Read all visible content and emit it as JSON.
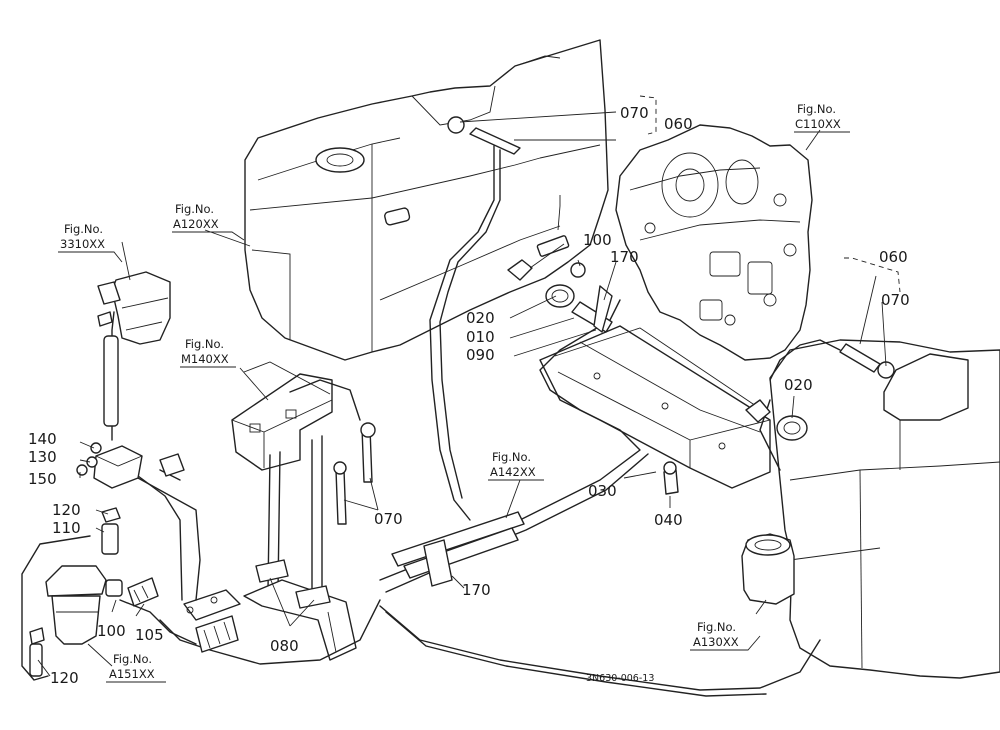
{
  "drawing_code": "3N630-006-13",
  "fig_refs": {
    "fuel_tank_left": {
      "line1": "Fig.No.",
      "line2": "A120XX"
    },
    "transmission": {
      "line1": "Fig.No.",
      "line2": "C110XX"
    },
    "fuel_filter": {
      "line1": "Fig.No.",
      "line2": "3310XX"
    },
    "bracket": {
      "line1": "Fig.No.",
      "line2": "M140XX"
    },
    "fuel_line": {
      "line1": "Fig.No.",
      "line2": "A142XX"
    },
    "fuel_tank_right": {
      "line1": "Fig.No.",
      "line2": "A130XX"
    },
    "separator": {
      "line1": "Fig.No.",
      "line2": "A151XX"
    }
  },
  "part_numbers": {
    "p010": "010",
    "p020_left": "020",
    "p020_right": "020",
    "p030": "030",
    "p040": "040",
    "p060_top": "060",
    "p060_right": "060",
    "p070_top": "070",
    "p070_right": "070",
    "p070_mid": "070",
    "p080": "080",
    "p090": "090",
    "p100_top": "100",
    "p100_bottom": "100",
    "p105": "105",
    "p110": "110",
    "p120_upper": "120",
    "p120_lower": "120",
    "p130": "130",
    "p140": "140",
    "p150": "150",
    "p170_top": "170",
    "p170_bottom": "170"
  }
}
